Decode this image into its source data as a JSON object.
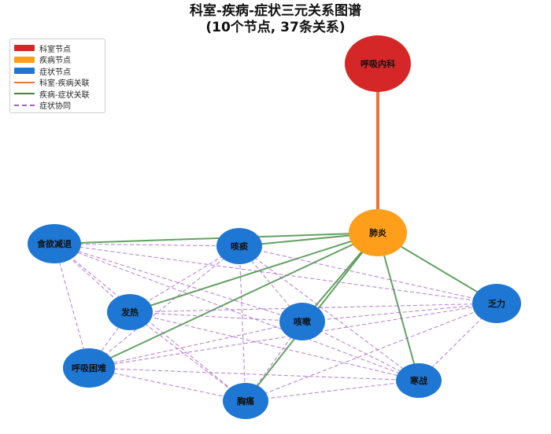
{
  "title": {
    "line1": "科室-疾病-症状三元关系图谱",
    "line2": "(10个节点, 37条关系)"
  },
  "legend": [
    {
      "label": "科室节点",
      "kind": "box",
      "color": "#d62728"
    },
    {
      "label": "疾病节点",
      "kind": "box",
      "color": "#ff9e1b"
    },
    {
      "label": "症状节点",
      "kind": "box",
      "color": "#1f77d4"
    },
    {
      "label": "科室-疾病关联",
      "kind": "line",
      "color": "#e8733a"
    },
    {
      "label": "疾病-症状关联",
      "kind": "line",
      "color": "#3c8a3c"
    },
    {
      "label": "症状协同",
      "kind": "dash",
      "color": "#a45cc8"
    }
  ],
  "colors": {
    "department": "#d62728",
    "disease": "#ff9e1b",
    "symptom": "#1f77d4",
    "dept_disease_edge": "#e8733a",
    "disease_symptom_edge": "#3c8a3c",
    "synergy_edge": "#a45cc8"
  },
  "nodes": [
    {
      "id": "dept",
      "label": "呼吸内科",
      "type": "department"
    },
    {
      "id": "pneumonia",
      "label": "肺炎",
      "type": "disease"
    },
    {
      "id": "appetite",
      "label": "食欲减退",
      "type": "symptom"
    },
    {
      "id": "sputum",
      "label": "咳痰",
      "type": "symptom"
    },
    {
      "id": "fever",
      "label": "发热",
      "type": "symptom"
    },
    {
      "id": "cough",
      "label": "咳嗽",
      "type": "symptom"
    },
    {
      "id": "fatigue",
      "label": "乏力",
      "type": "symptom"
    },
    {
      "id": "dyspnea",
      "label": "呼吸困难",
      "type": "symptom"
    },
    {
      "id": "chills",
      "label": "寒战",
      "type": "symptom"
    },
    {
      "id": "chestpain",
      "label": "胸痛",
      "type": "symptom"
    }
  ],
  "edges": [
    {
      "source": "dept",
      "target": "pneumonia",
      "type": "dept_disease"
    },
    {
      "source": "pneumonia",
      "target": "appetite",
      "type": "disease_symptom"
    },
    {
      "source": "pneumonia",
      "target": "sputum",
      "type": "disease_symptom"
    },
    {
      "source": "pneumonia",
      "target": "fever",
      "type": "disease_symptom"
    },
    {
      "source": "pneumonia",
      "target": "cough",
      "type": "disease_symptom"
    },
    {
      "source": "pneumonia",
      "target": "fatigue",
      "type": "disease_symptom"
    },
    {
      "source": "pneumonia",
      "target": "dyspnea",
      "type": "disease_symptom"
    },
    {
      "source": "pneumonia",
      "target": "chills",
      "type": "disease_symptom"
    },
    {
      "source": "pneumonia",
      "target": "chestpain",
      "type": "disease_symptom"
    },
    {
      "source": "appetite",
      "target": "sputum",
      "type": "synergy"
    },
    {
      "source": "appetite",
      "target": "fever",
      "type": "synergy"
    },
    {
      "source": "appetite",
      "target": "cough",
      "type": "synergy"
    },
    {
      "source": "appetite",
      "target": "fatigue",
      "type": "synergy"
    },
    {
      "source": "appetite",
      "target": "dyspnea",
      "type": "synergy"
    },
    {
      "source": "appetite",
      "target": "chills",
      "type": "synergy"
    },
    {
      "source": "appetite",
      "target": "chestpain",
      "type": "synergy"
    },
    {
      "source": "sputum",
      "target": "fever",
      "type": "synergy"
    },
    {
      "source": "sputum",
      "target": "cough",
      "type": "synergy"
    },
    {
      "source": "sputum",
      "target": "fatigue",
      "type": "synergy"
    },
    {
      "source": "sputum",
      "target": "dyspnea",
      "type": "synergy"
    },
    {
      "source": "sputum",
      "target": "chills",
      "type": "synergy"
    },
    {
      "source": "sputum",
      "target": "chestpain",
      "type": "synergy"
    },
    {
      "source": "fever",
      "target": "cough",
      "type": "synergy"
    },
    {
      "source": "fever",
      "target": "fatigue",
      "type": "synergy"
    },
    {
      "source": "fever",
      "target": "dyspnea",
      "type": "synergy"
    },
    {
      "source": "fever",
      "target": "chills",
      "type": "synergy"
    },
    {
      "source": "fever",
      "target": "chestpain",
      "type": "synergy"
    },
    {
      "source": "cough",
      "target": "fatigue",
      "type": "synergy"
    },
    {
      "source": "cough",
      "target": "dyspnea",
      "type": "synergy"
    },
    {
      "source": "cough",
      "target": "chills",
      "type": "synergy"
    },
    {
      "source": "cough",
      "target": "chestpain",
      "type": "synergy"
    },
    {
      "source": "fatigue",
      "target": "dyspnea",
      "type": "synergy"
    },
    {
      "source": "fatigue",
      "target": "chills",
      "type": "synergy"
    },
    {
      "source": "fatigue",
      "target": "chestpain",
      "type": "synergy"
    },
    {
      "source": "dyspnea",
      "target": "chills",
      "type": "synergy"
    },
    {
      "source": "dyspnea",
      "target": "chestpain",
      "type": "synergy"
    },
    {
      "source": "chills",
      "target": "chestpain",
      "type": "synergy"
    }
  ]
}
